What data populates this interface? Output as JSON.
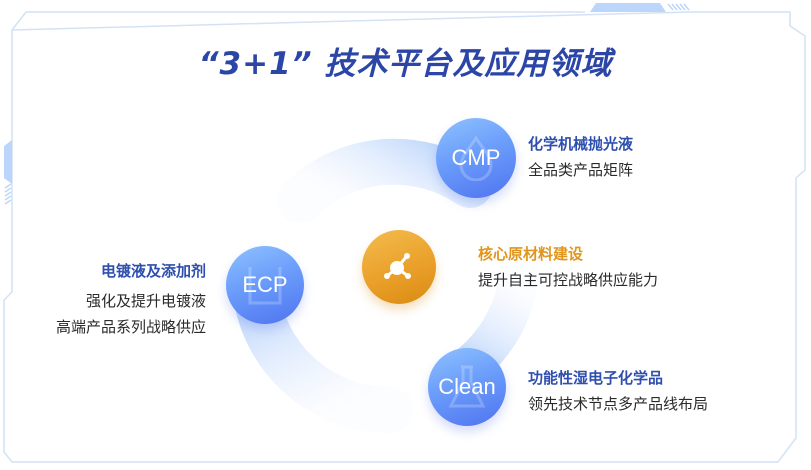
{
  "title": "“3+1” 技术平台及应用领域",
  "colors": {
    "title": "#2b46a6",
    "heading_blue": "#2f4fae",
    "heading_orange": "#e0961c",
    "body_text": "#2a2a2a",
    "frame_line": "#cfe0f7",
    "frame_accent": "#b9d4fb"
  },
  "nodes": {
    "cmp": {
      "label": "CMP",
      "icon": "droplet-icon",
      "heading": "化学机械抛光液",
      "lines": [
        "全品类产品矩阵"
      ]
    },
    "ecp": {
      "label": "ECP",
      "icon": "beaker-icon",
      "heading": "电镀液及添加剂",
      "lines": [
        "强化及提升电镀液",
        "高端产品系列战略供应"
      ]
    },
    "core": {
      "label": "",
      "icon": "molecule-icon",
      "heading": "核心原材料建设",
      "lines": [
        "提升自主可控战略供应能力"
      ]
    },
    "clean": {
      "label": "Clean",
      "icon": "flask-icon",
      "heading": "功能性湿电子化学品",
      "lines": [
        "领先技术节点多产品线布局"
      ]
    }
  }
}
